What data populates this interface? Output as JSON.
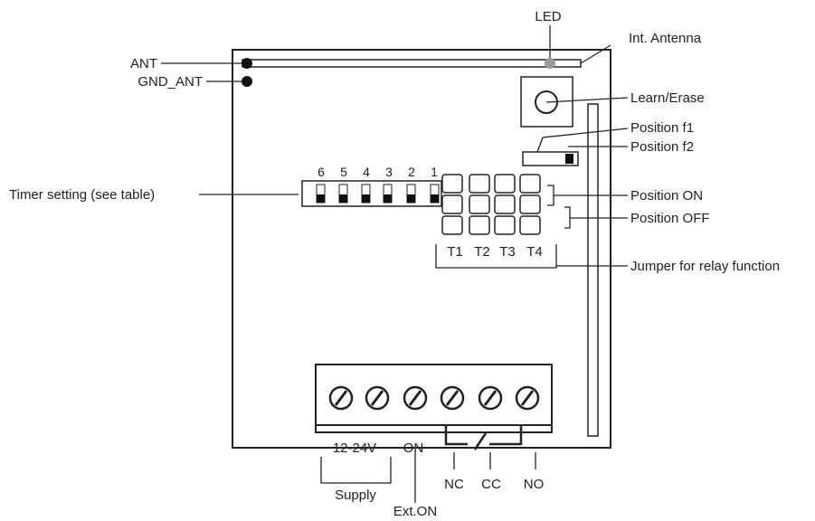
{
  "callouts": {
    "led": "LED",
    "int_antenna": "Int. Antenna",
    "ant": "ANT",
    "gnd_ant": "GND_ANT",
    "learn_erase": "Learn/Erase",
    "position_f1": "Position f1",
    "position_f2": "Position f2",
    "timer_setting": "Timer setting (see table)",
    "position_on": "Position ON",
    "position_off": "Position OFF",
    "jumper_relay": "Jumper for relay function"
  },
  "dip_switch": {
    "numbers": [
      "6",
      "5",
      "4",
      "3",
      "2",
      "1"
    ]
  },
  "jumpers": {
    "labels": [
      "T1",
      "T2",
      "T3",
      "T4"
    ]
  },
  "terminals": {
    "supply_voltage": "12-24V",
    "on": "ON",
    "supply": "Supply",
    "ext_on": "Ext.ON",
    "nc": "NC",
    "cc": "CC",
    "no": "NO"
  }
}
